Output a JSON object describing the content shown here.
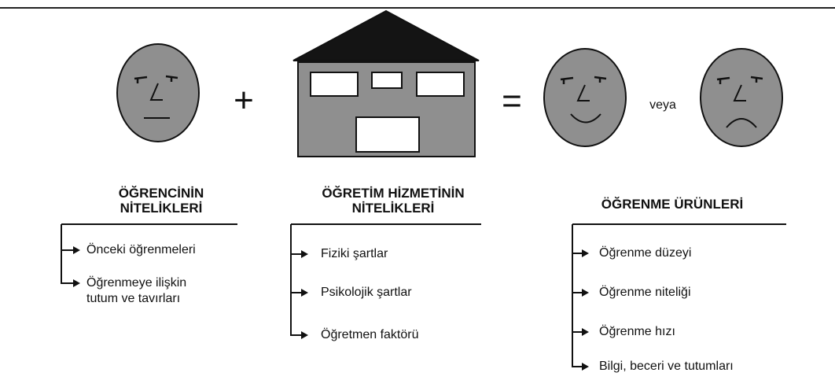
{
  "equation": {
    "plus": "+",
    "equals": "=",
    "or_word": "veya"
  },
  "colors": {
    "face_fill": "#8f8f8f",
    "building_fill": "#8f8f8f",
    "roof_fill": "#141414",
    "window_fill": "#ffffff",
    "stroke": "#111111"
  },
  "icons": {
    "neutral_face": "neutral-face-icon",
    "building": "school-building-icon",
    "happy_face": "happy-face-icon",
    "sad_face": "sad-face-icon"
  },
  "columns": {
    "student": {
      "heading": [
        "ÖĞRENCİNİN",
        "NİTELİKLERİ"
      ],
      "items": [
        "Önceki öğrenmeleri",
        "Öğrenmeye ilişkin",
        "tutum ve tavırları"
      ]
    },
    "teaching": {
      "heading": [
        "ÖĞRETİM HİZMETİNİN",
        "NİTELİKLERİ"
      ],
      "items": [
        "Fiziki şartlar",
        "Psikolojik şartlar",
        "Öğretmen faktörü"
      ]
    },
    "outcomes": {
      "heading": [
        "ÖĞRENME ÜRÜNLERİ"
      ],
      "items": [
        "Öğrenme düzeyi",
        "Öğrenme niteliği",
        "Öğrenme hızı",
        "Bilgi, beceri ve tutumları"
      ]
    }
  }
}
